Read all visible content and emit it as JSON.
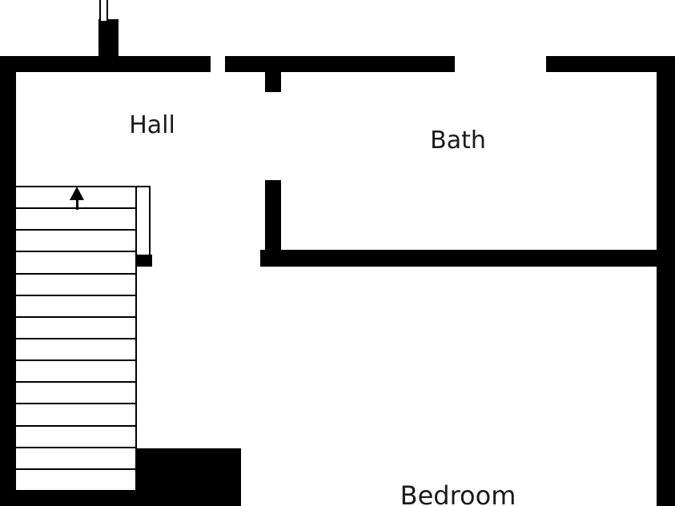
{
  "rooms": {
    "hall": {
      "label": "Hall"
    },
    "bath": {
      "label": "Bath"
    },
    "bedroom": {
      "label": "Bedroom"
    }
  },
  "stairs": {
    "tread_count": 14,
    "direction": "up"
  },
  "colors": {
    "wall": "#000000",
    "background": "#ffffff",
    "text": "#1a1a1a"
  }
}
